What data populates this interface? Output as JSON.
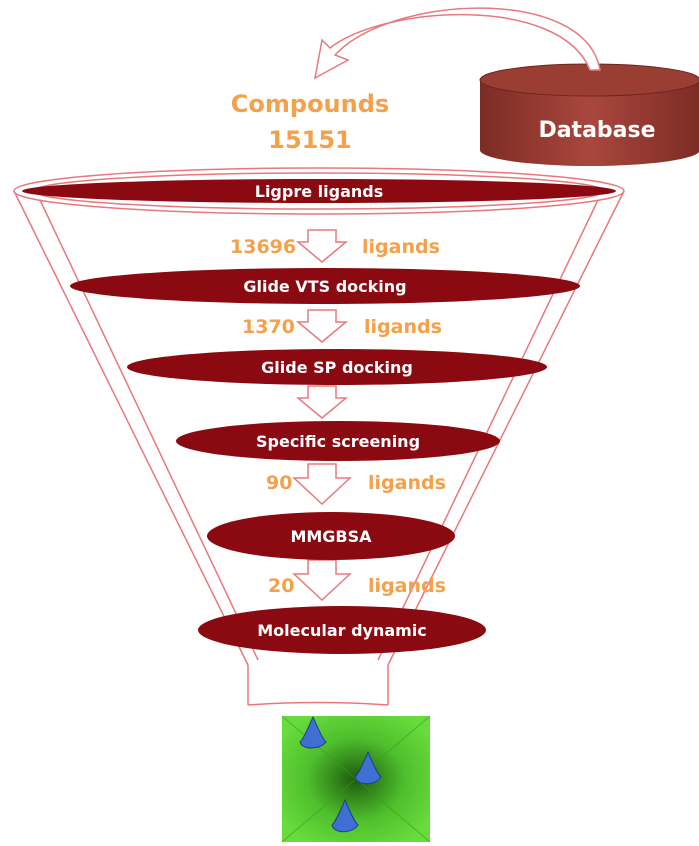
{
  "header": {
    "title": "Compounds",
    "count": "15151"
  },
  "database": {
    "label": "Database"
  },
  "stages": [
    {
      "label": "Ligpre ligands"
    },
    {
      "label": "Glide  VTS docking"
    },
    {
      "label": "Glide  SP docking"
    },
    {
      "label": "Specific screening"
    },
    {
      "label": "MMGBSA"
    },
    {
      "label": "Molecular dynamic"
    }
  ],
  "transitions": [
    {
      "count": "13696",
      "unit": "ligands"
    },
    {
      "count": "1370",
      "unit": "ligands"
    },
    {
      "count": "90",
      "unit": "ligands"
    },
    {
      "count": "20",
      "unit": "ligands"
    }
  ],
  "colors": {
    "stage_fill": "#8b0a12",
    "accent_orange": "#f5a04a",
    "funnel_line": "#e8787c",
    "database_fill": "#a5443a",
    "target_green": "#5fd13a",
    "ligand_blue": "#3f6fd2"
  }
}
